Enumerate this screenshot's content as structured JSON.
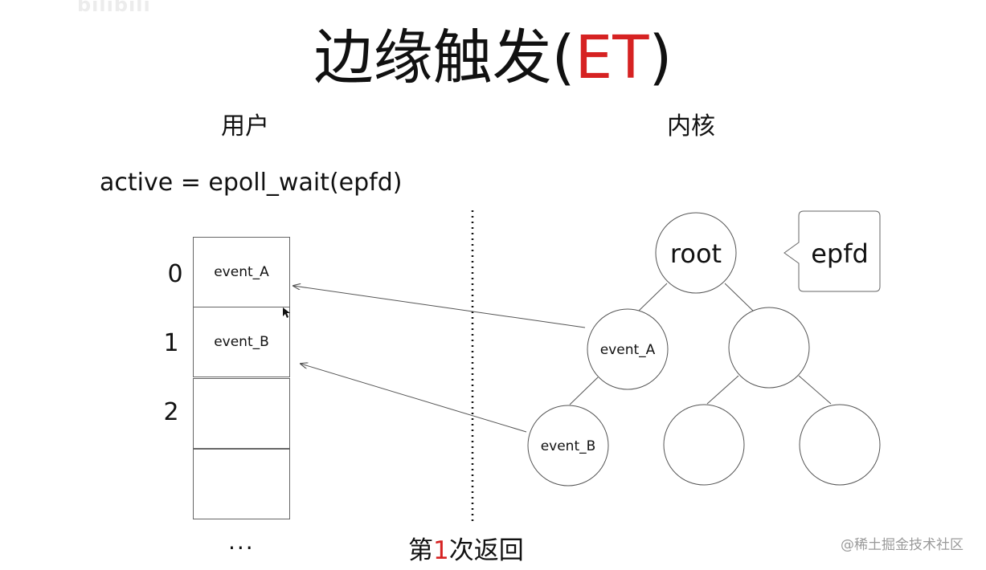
{
  "logo_text": "bilibili",
  "title": {
    "main": "边缘触发(",
    "accent": "ET",
    "close": ")"
  },
  "user_label": "用户",
  "kernel_label": "内核",
  "call_text": "active = epoll_wait(epfd)",
  "array": {
    "indices": [
      "0",
      "1",
      "2"
    ],
    "cells": [
      "event_A",
      "event_B",
      "",
      ""
    ],
    "ellipsis": "···"
  },
  "tree": {
    "root": "root",
    "node_left": "event_A",
    "node_right": "",
    "leaf_1": "event_B",
    "leaf_2": "",
    "leaf_3": ""
  },
  "callout": "epfd",
  "footer": {
    "pre": "第",
    "num": "1",
    "post": "次返回"
  },
  "watermark": "@稀土掘金技术社区",
  "colors": {
    "accent": "#d62222",
    "line": "#555555"
  }
}
